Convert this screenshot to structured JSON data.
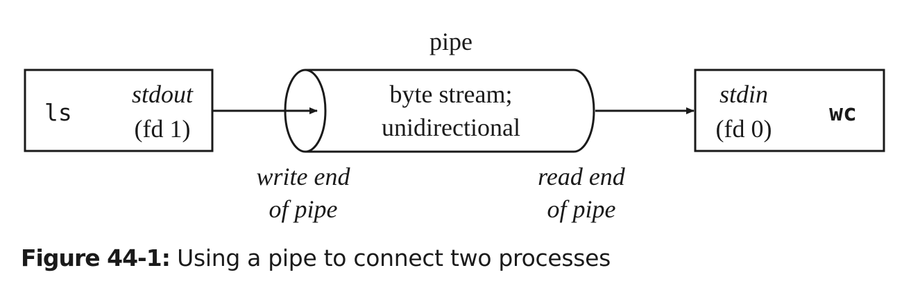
{
  "pipe": {
    "title": "pipe",
    "desc_line1": "byte stream;",
    "desc_line2": "unidirectional"
  },
  "left_process": {
    "name": "ls",
    "port_line1": "stdout",
    "port_line2": "(fd 1)"
  },
  "right_process": {
    "name": "wc",
    "port_line1": "stdin",
    "port_line2": "(fd 0)"
  },
  "write_end": {
    "line1": "write end",
    "line2": "of pipe"
  },
  "read_end": {
    "line1": "read end",
    "line2": "of pipe"
  },
  "caption": {
    "label": "Figure 44-1:",
    "text": "Using a pipe to connect two processes"
  }
}
